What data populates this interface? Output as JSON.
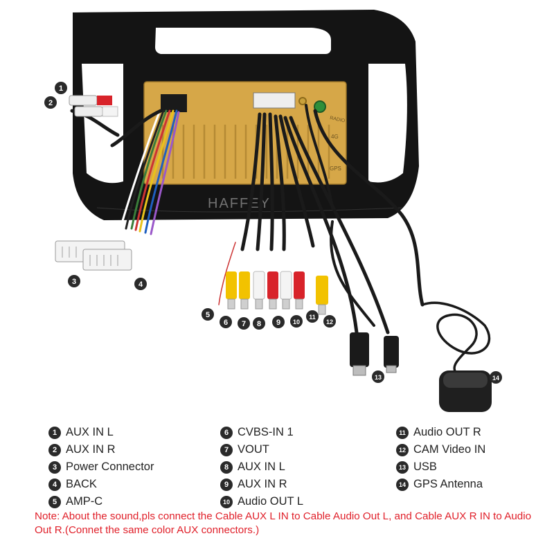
{
  "diagram": {
    "watermark": "HAFFEY",
    "port_labels": [
      "RADIO",
      "4G",
      "GPS"
    ],
    "callouts": [
      "1",
      "2",
      "3",
      "4",
      "5",
      "6",
      "7",
      "8",
      "9",
      "10",
      "11",
      "12",
      "13",
      "14"
    ]
  },
  "legend": [
    {
      "num": "1",
      "label": "AUX IN L"
    },
    {
      "num": "2",
      "label": "AUX IN R"
    },
    {
      "num": "3",
      "label": "Power Connector"
    },
    {
      "num": "4",
      "label": "BACK"
    },
    {
      "num": "5",
      "label": "AMP-C"
    },
    {
      "num": "6",
      "label": "CVBS-IN 1"
    },
    {
      "num": "7",
      "label": "VOUT"
    },
    {
      "num": "8",
      "label": "AUX IN L"
    },
    {
      "num": "9",
      "label": "AUX IN R"
    },
    {
      "num": "10",
      "label": "Audio OUT L"
    },
    {
      "num": "11",
      "label": "Audio OUT R"
    },
    {
      "num": "12",
      "label": "CAM Video IN"
    },
    {
      "num": "13",
      "label": "USB"
    },
    {
      "num": "14",
      "label": "GPS Antenna"
    }
  ],
  "note": "Note: About the sound,pls connect the Cable AUX L IN to Cable Audio Out L, and Cable AUX R IN to  Audio Out R.(Connet the same color AUX connectors.)",
  "colors": {
    "note": "#e0202a",
    "frame": "#111111",
    "chassis": "#d6a748",
    "rca_red": "#d8232a",
    "rca_yellow": "#f2c200",
    "rca_white": "#f4f4f4"
  }
}
